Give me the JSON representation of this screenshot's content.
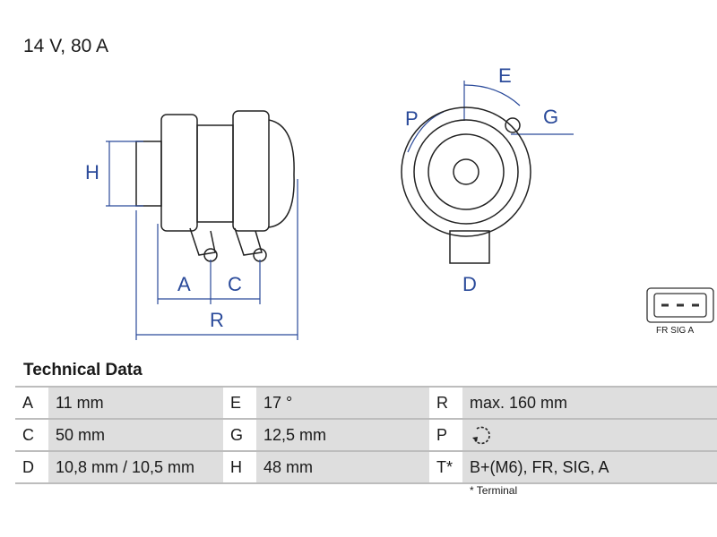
{
  "header": {
    "title": "14 V, 80 A"
  },
  "drawing": {
    "dimension_labels": [
      "H",
      "A",
      "C",
      "R",
      "E",
      "G",
      "P",
      "D"
    ],
    "connector_label": "FR SIG A",
    "line_color": "#2a4a9a"
  },
  "technical_data": {
    "title": "Technical Data",
    "rows": [
      [
        {
          "key": "A",
          "value": "11 mm"
        },
        {
          "key": "E",
          "value": "17 °"
        },
        {
          "key": "R",
          "value": "max. 160 mm"
        }
      ],
      [
        {
          "key": "C",
          "value": "50 mm"
        },
        {
          "key": "G",
          "value": "12,5 mm"
        },
        {
          "key": "P",
          "value": ""
        }
      ],
      [
        {
          "key": "D",
          "value": "10,8 mm / 10,5 mm"
        },
        {
          "key": "H",
          "value": "48 mm"
        },
        {
          "key": "T*",
          "value": "B+(M6), FR, SIG, A"
        }
      ]
    ],
    "footnote": "* Terminal"
  }
}
